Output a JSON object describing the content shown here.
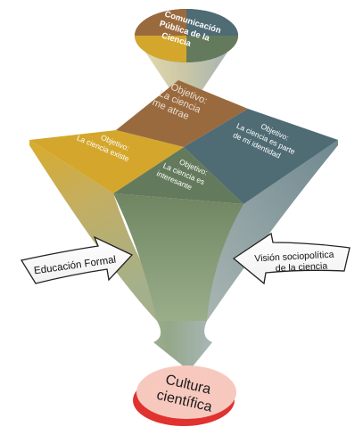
{
  "top_circle": {
    "line1": "Comunicación",
    "line2": "Pública de la",
    "line3": "Ciencia"
  },
  "objectives": {
    "me_atrae": {
      "heading": "Objetivo:",
      "line1": "La ciencia",
      "line2": "me atrae"
    },
    "identidad": {
      "heading": "Objetivo:",
      "line1": "La ciencia es parte",
      "line2": "de mi identidad"
    },
    "existe": {
      "heading": "Objetivo:",
      "line1": "La ciencia existe"
    },
    "interesante": {
      "heading": "Objetivo:",
      "line1": "La ciencia es",
      "line2": "interesante"
    }
  },
  "arrows": {
    "left": "Educación Formal",
    "right_line1": "Visión sociopolítica",
    "right_line2": "de la ciencia"
  },
  "result": {
    "line1": "Cultura",
    "line2": "científica"
  },
  "colors": {
    "brown": "#9a6a3f",
    "slate": "#4f6b74",
    "gold": "#d4a72c",
    "green": "#647a5c",
    "funnel_green": "#9bab8a",
    "result_pink": "#f7c9be",
    "result_red": "#e0322e"
  }
}
